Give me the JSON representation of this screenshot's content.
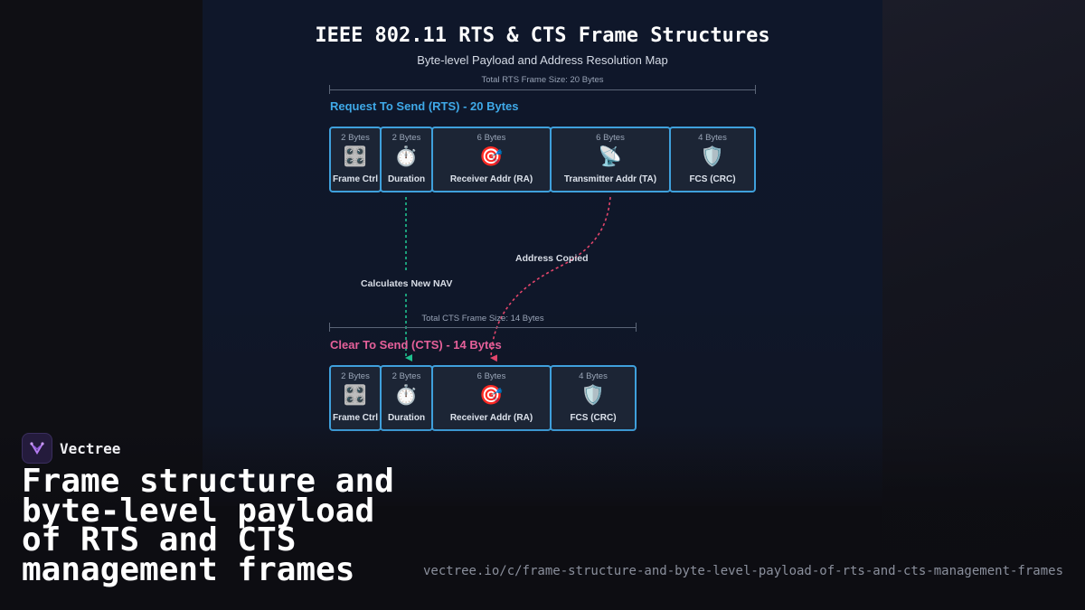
{
  "diagram": {
    "title": "IEEE 802.11 RTS & CTS Frame Structures",
    "subtitle": "Byte-level Payload and Address Resolution Map",
    "rts": {
      "total_label": "Total RTS Frame Size: 20 Bytes",
      "section_label": "Request To Send (RTS) - 20 Bytes",
      "section_color": "#3fa9e8",
      "fields": [
        {
          "bytes": "2 Bytes",
          "icon": "control-knobs-icon",
          "glyph": "🎛️",
          "name": "Frame Ctrl"
        },
        {
          "bytes": "2 Bytes",
          "icon": "stopwatch-icon",
          "glyph": "⏱️",
          "name": "Duration"
        },
        {
          "bytes": "6 Bytes",
          "icon": "target-icon",
          "glyph": "🎯",
          "name": "Receiver Addr (RA)"
        },
        {
          "bytes": "6 Bytes",
          "icon": "satellite-antenna-icon",
          "glyph": "📡",
          "name": "Transmitter Addr (TA)"
        },
        {
          "bytes": "4 Bytes",
          "icon": "shield-icon",
          "glyph": "🛡️",
          "name": "FCS (CRC)"
        }
      ]
    },
    "cts": {
      "total_label": "Total CTS Frame Size: 14 Bytes",
      "section_label": "Clear To Send (CTS) - 14 Bytes",
      "section_color": "#e5609a",
      "fields": [
        {
          "bytes": "2 Bytes",
          "icon": "control-knobs-icon",
          "glyph": "🎛️",
          "name": "Frame Ctrl"
        },
        {
          "bytes": "2 Bytes",
          "icon": "stopwatch-icon",
          "glyph": "⏱️",
          "name": "Duration"
        },
        {
          "bytes": "6 Bytes",
          "icon": "target-icon",
          "glyph": "🎯",
          "name": "Receiver Addr (RA)"
        },
        {
          "bytes": "4 Bytes",
          "icon": "shield-icon",
          "glyph": "🛡️",
          "name": "FCS (CRC)"
        }
      ]
    },
    "connections": [
      {
        "label": "Calculates New NAV",
        "color": "#1fc08f"
      },
      {
        "label": "Address Copied",
        "color": "#e2456b"
      }
    ],
    "colors": {
      "field_border": "#3fa0dc",
      "field_fill": "#1c2535"
    }
  },
  "footer": {
    "brand": "Vectree",
    "caption": "Frame structure and byte-level payload of RTS and CTS management frames",
    "url": "vectree.io/c/frame-structure-and-byte-level-payload-of-rts-and-cts-management-frames"
  }
}
